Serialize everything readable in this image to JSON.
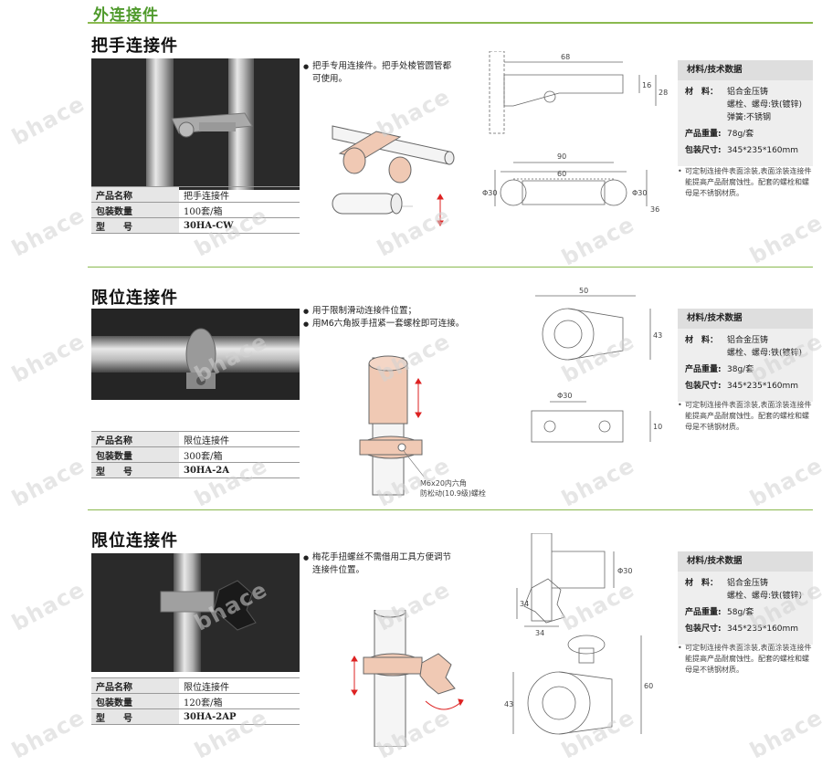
{
  "header": {
    "title": "外连接件"
  },
  "watermark": "bhace",
  "sections": [
    {
      "title": "把手连接件",
      "bullets": [
        "把手专用连接件。把手处棱管圆管都可使用。"
      ],
      "specs": [
        {
          "key": "产品名称",
          "value": "把手连接件"
        },
        {
          "key": "包装数量",
          "value": "100套/箱"
        },
        {
          "key": "型　　号",
          "value": "30HA-CW"
        }
      ],
      "dims": {
        "a": "68",
        "b": "16",
        "c": "28",
        "d": "90",
        "e": "60",
        "f": "Φ30",
        "g": "Φ30",
        "h": "36"
      },
      "tech": {
        "header": "材料/技术数据",
        "material_label": "材　料：",
        "material": [
          "铝合金压铸",
          "螺栓、螺母:铁(镀锌)",
          "弹簧:不锈钢"
        ],
        "weight_label": "产品重量:",
        "weight": "78g/套",
        "size_label": "包装尺寸:",
        "size": "345*235*160mm",
        "note": "可定制连接件表面涂装,表面涂装连接件能提高产品耐腐蚀性。配套的螺栓和螺母是不锈钢材质。"
      }
    },
    {
      "title": "限位连接件",
      "bullets": [
        "用于限制滑动连接件位置；",
        "用M6六角扳手扭紧一套螺栓即可连接。"
      ],
      "callout": [
        "M6x20内六角",
        "防松动(10.9级)螺栓"
      ],
      "specs": [
        {
          "key": "产品名称",
          "value": "限位连接件"
        },
        {
          "key": "包装数量",
          "value": "300套/箱"
        },
        {
          "key": "型　　号",
          "value": "30HA-2A"
        }
      ],
      "dims": {
        "a": "50",
        "b": "43",
        "c": "Φ30",
        "d": "10"
      },
      "tech": {
        "header": "材料/技术数据",
        "material_label": "材　料：",
        "material": [
          "铝合金压铸",
          "螺栓、螺母:铁(镀锌)"
        ],
        "weight_label": "产品重量:",
        "weight": "38g/套",
        "size_label": "包装尺寸:",
        "size": "345*235*160mm",
        "note": "可定制连接件表面涂装,表面涂装连接件能提高产品耐腐蚀性。配套的螺栓和螺母是不锈钢材质。"
      }
    },
    {
      "title": "限位连接件",
      "bullets": [
        "梅花手扭螺丝不需借用工具方便调节连接件位置。"
      ],
      "specs": [
        {
          "key": "产品名称",
          "value": "限位连接件"
        },
        {
          "key": "包装数量",
          "value": "120套/箱"
        },
        {
          "key": "型　　号",
          "value": "30HA-2AP"
        }
      ],
      "dims": {
        "a": "Φ30",
        "b": "34",
        "c": "34",
        "d": "43",
        "e": "60"
      },
      "tech": {
        "header": "材料/技术数据",
        "material_label": "材　料：",
        "material": [
          "铝合金压铸",
          "螺栓、螺母:铁(镀锌)"
        ],
        "weight_label": "产品重量:",
        "weight": "58g/套",
        "size_label": "包装尺寸:",
        "size": "345*235*160mm",
        "note": "可定制连接件表面涂装,表面涂装连接件能提高产品耐腐蚀性。配套的螺栓和螺母是不锈钢材质。"
      }
    }
  ],
  "colors": {
    "accent": "#4f9a2c",
    "rule": "#8ab94f",
    "copper": "#f0c9b4",
    "photo_bg": "#222222"
  }
}
